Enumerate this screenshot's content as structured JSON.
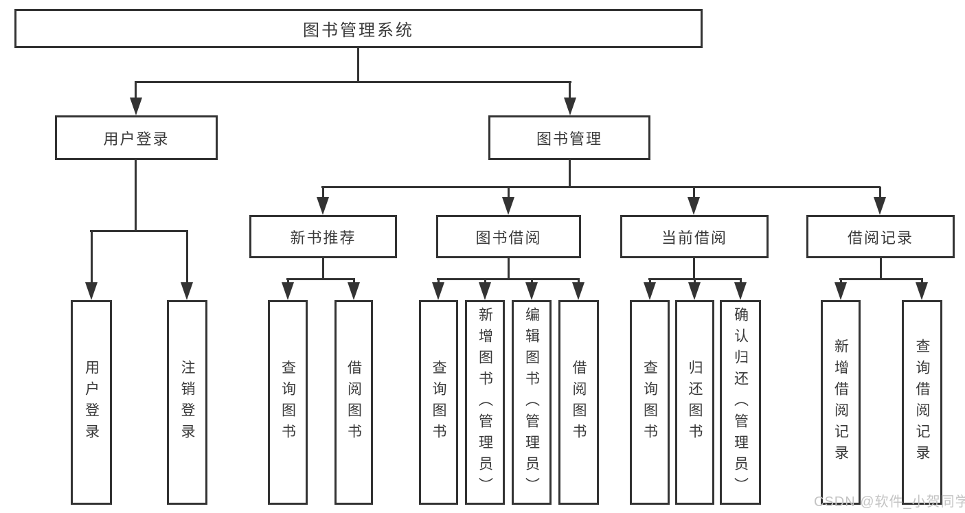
{
  "diagram": {
    "root": {
      "label": "图书管理系统"
    },
    "branches": [
      {
        "label": "用户登录",
        "children": [
          {
            "label": "用户登录"
          },
          {
            "label": "注销登录"
          }
        ]
      },
      {
        "label": "图书管理",
        "children": [
          {
            "label": "新书推荐",
            "children": [
              {
                "label": "查询图书"
              },
              {
                "label": "借阅图书"
              }
            ]
          },
          {
            "label": "图书借阅",
            "children": [
              {
                "label": "查询图书"
              },
              {
                "label": "新增图书（管理员）"
              },
              {
                "label": "编辑图书（管理员）"
              },
              {
                "label": "借阅图书"
              }
            ]
          },
          {
            "label": "当前借阅",
            "children": [
              {
                "label": "查询图书"
              },
              {
                "label": "归还图书"
              },
              {
                "label": "确认归还（管理员）"
              }
            ]
          },
          {
            "label": "借阅记录",
            "children": [
              {
                "label": "新增借阅记录"
              },
              {
                "label": "查询借阅记录"
              }
            ]
          }
        ]
      }
    ]
  },
  "watermark": {
    "text": "CSDN @软件_小贺同学"
  },
  "colors": {
    "line": "#333333",
    "text": "#3a3a3a",
    "watermark": "#c4c4c4",
    "background": "#ffffff"
  }
}
